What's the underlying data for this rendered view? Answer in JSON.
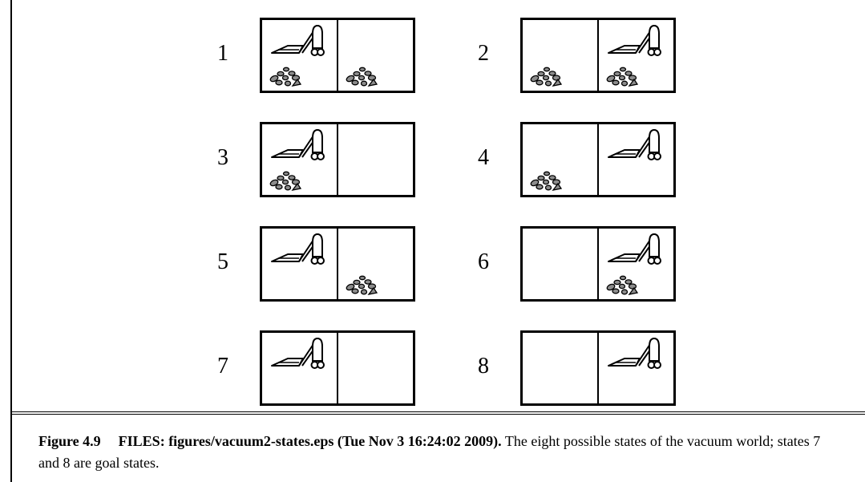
{
  "states": [
    {
      "number": "1",
      "vacuum_room": "A",
      "dirt_a": true,
      "dirt_b": true
    },
    {
      "number": "2",
      "vacuum_room": "B",
      "dirt_a": true,
      "dirt_b": true
    },
    {
      "number": "3",
      "vacuum_room": "A",
      "dirt_a": true,
      "dirt_b": false
    },
    {
      "number": "4",
      "vacuum_room": "B",
      "dirt_a": true,
      "dirt_b": false
    },
    {
      "number": "5",
      "vacuum_room": "A",
      "dirt_a": false,
      "dirt_b": true
    },
    {
      "number": "6",
      "vacuum_room": "B",
      "dirt_a": false,
      "dirt_b": true
    },
    {
      "number": "7",
      "vacuum_room": "A",
      "dirt_a": false,
      "dirt_b": false
    },
    {
      "number": "8",
      "vacuum_room": "B",
      "dirt_a": false,
      "dirt_b": false
    }
  ],
  "icons": {
    "vacuum": "vacuum-cleaner-icon",
    "dirt": "dirt-pile-icon"
  },
  "colors": {
    "dirt_fill": "#8c8c8c",
    "line": "#000000"
  },
  "caption": {
    "figure_label": "Figure 4.9",
    "files": "FILES: figures/vacuum2-states.eps (Tue Nov 3 16:24:02 2009).",
    "text": "The eight possible states of the vacuum world; states 7 and 8 are goal states."
  }
}
